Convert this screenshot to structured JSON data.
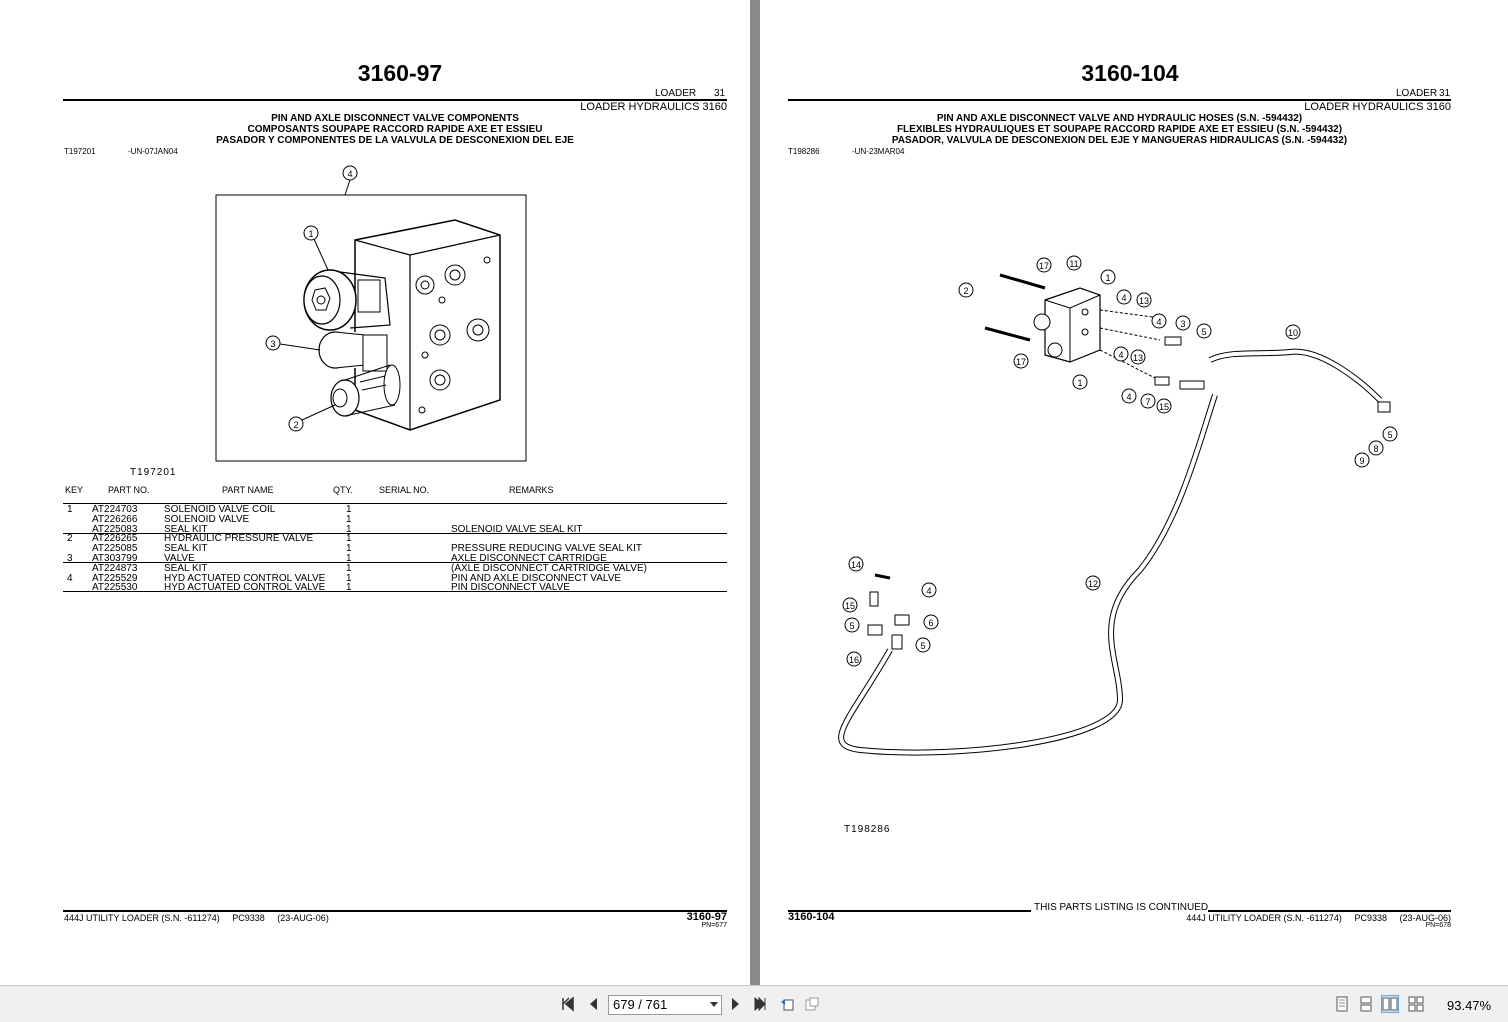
{
  "left": {
    "title": "3160-97",
    "section": "LOADER",
    "section_num": "31",
    "group": "LOADER HYDRAULICS 3160",
    "heading_en": "PIN AND AXLE DISCONNECT VALVE COMPONENTS",
    "heading_fr": "COMPOSANTS SOUPAPE RACCORD RAPIDE AXE ET ESSIEU",
    "heading_es": "PASADOR Y COMPONENTES DE LA VALVULA DE DESCONEXION DEL EJE",
    "fig_id": "T197201",
    "fig_date": "-UN-07JAN04",
    "fig_caption": "T197201",
    "callouts": [
      "1",
      "2",
      "3",
      "4"
    ],
    "columns": [
      "KEY",
      "PART NO.",
      "PART NAME",
      "QTY.",
      "SERIAL NO.",
      "REMARKS"
    ],
    "rows": [
      {
        "key": "1",
        "part": "AT224703",
        "name": "SOLENOID VALVE COIL",
        "qty": "1",
        "remarks": ""
      },
      {
        "key": "",
        "part": "AT226266",
        "name": "SOLENOID VALVE",
        "qty": "1",
        "remarks": ""
      },
      {
        "key": "",
        "part": "AT225083",
        "name": "SEAL KIT",
        "qty": "1",
        "remarks": "SOLENOID VALVE SEAL KIT"
      },
      {
        "key": "2",
        "part": "AT226265",
        "name": "HYDRAULIC PRESSURE VALVE",
        "qty": "1",
        "remarks": ""
      },
      {
        "key": "",
        "part": "AT225085",
        "name": "SEAL KIT",
        "qty": "1",
        "remarks": "PRESSURE REDUCING VALVE SEAL KIT"
      },
      {
        "key": "3",
        "part": "AT303799",
        "name": "VALVE",
        "qty": "1",
        "remarks": "AXLE DISCONNECT CARTRIDGE"
      },
      {
        "key": "",
        "part": "AT224873",
        "name": "SEAL KIT",
        "qty": "1",
        "remarks": "(AXLE DISCONNECT CARTRIDGE VALVE)"
      },
      {
        "key": "4",
        "part": "AT225529",
        "name": "HYD ACTUATED CONTROL VALVE",
        "qty": "1",
        "remarks": "PIN AND AXLE DISCONNECT VALVE"
      },
      {
        "key": "",
        "part": "AT225530",
        "name": "HYD ACTUATED CONTROL VALVE",
        "qty": "1",
        "remarks": "PIN DISCONNECT VALVE"
      }
    ],
    "footer_model": "444J UTILITY LOADER (S.N. -611274)",
    "footer_pc": "PC9338",
    "footer_date": "(23-AUG-06)",
    "footer_page": "3160-97",
    "footer_pn": "PN=677"
  },
  "right": {
    "title": "3160-104",
    "section": "LOADER",
    "section_num": "31",
    "group": "LOADER HYDRAULICS 3160",
    "heading_en": "PIN AND AXLE DISCONNECT VALVE AND HYDRAULIC HOSES (S.N. -594432)",
    "heading_fr": "FLEXIBLES HYDRAULIQUES ET SOUPAPE RACCORD RAPIDE AXE ET ESSIEU (S.N. -594432)",
    "heading_es": "PASADOR, VALVULA DE DESCONEXION  DEL EJE Y MANGUERAS HIDRAULICAS (S.N. -594432)",
    "fig_id": "T198286",
    "fig_date": "-UN-23MAR04",
    "fig_caption": "T198286",
    "callouts": [
      "17",
      "11",
      "1",
      "2",
      "4",
      "13",
      "4",
      "3",
      "5",
      "10",
      "17",
      "4",
      "13",
      "1",
      "4",
      "7",
      "15",
      "5",
      "8",
      "9",
      "12",
      "14",
      "4",
      "15",
      "6",
      "5",
      "5",
      "16"
    ],
    "continued": "THIS PARTS LISTING IS CONTINUED",
    "footer_page": "3160-104",
    "footer_model": "444J UTILITY LOADER (S.N. -611274)",
    "footer_pc": "PC9338",
    "footer_date": "(23-AUG-06)",
    "footer_pn": "PN=678"
  },
  "toolbar": {
    "page_indicator": "679 / 761",
    "zoom": "93.47%"
  },
  "icons": [
    "first-page-icon",
    "prev-page-icon",
    "next-page-icon",
    "last-page-icon",
    "go-back-icon",
    "go-forward-icon",
    "single-page-icon",
    "continuous-page-icon",
    "two-page-icon",
    "two-page-continuous-icon",
    "dropdown-icon"
  ]
}
